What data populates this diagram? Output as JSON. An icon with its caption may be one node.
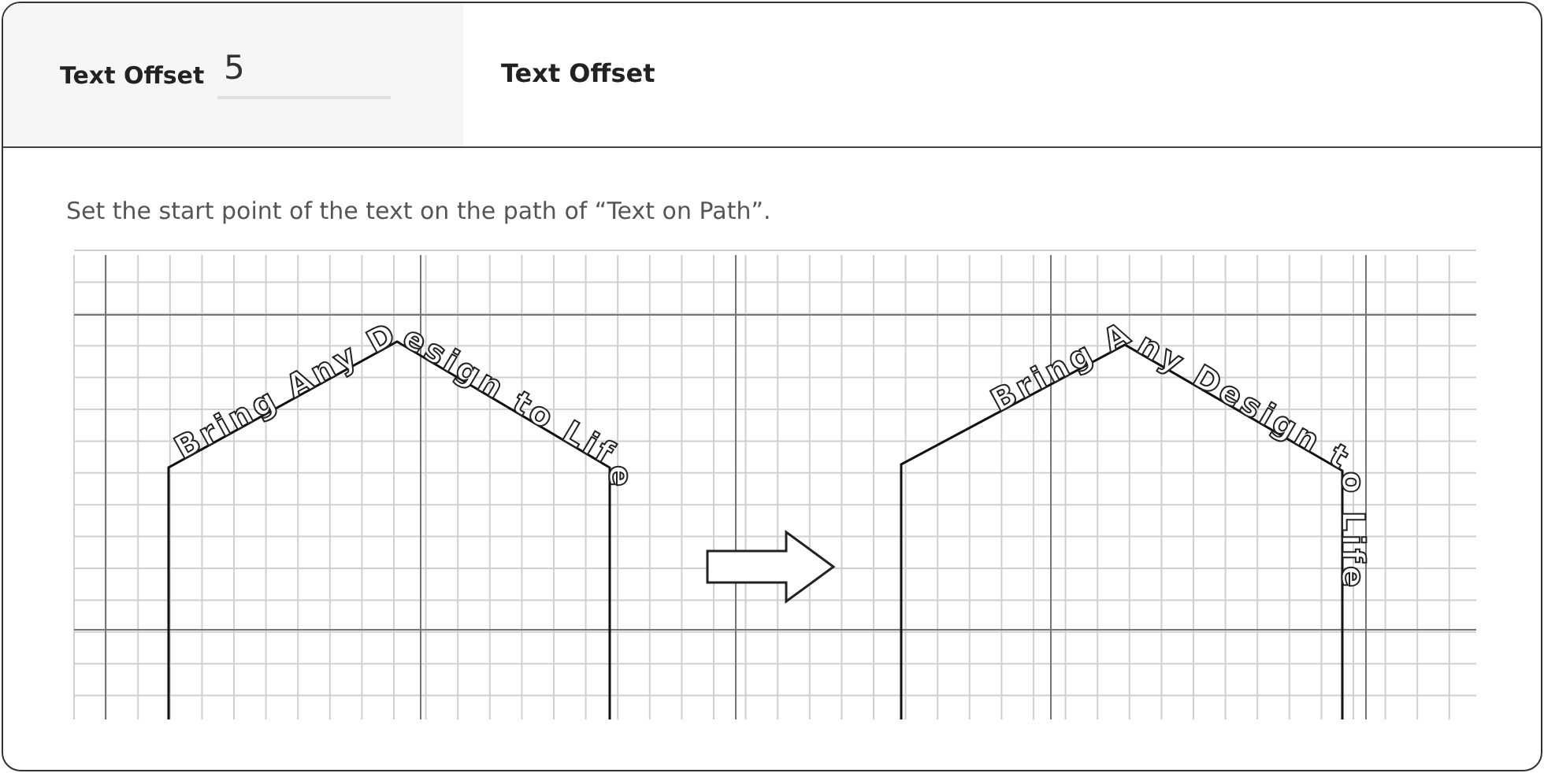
{
  "diagram": {
    "nodes": [
      {
        "text": [
          "Bring Any Design to Life"
        ]
      },
      {
        "text": [
          "Bring Any Design to Life"
        ]
      }
    ],
    "edges": [
      {
        "from": 0,
        "to": 1,
        "arrow": "to"
      }
    ],
    "labels": [
      "Text Offset",
      "5",
      "Text Offset",
      "Set the start point of the text on the path of “Text on Path”."
    ]
  }
}
